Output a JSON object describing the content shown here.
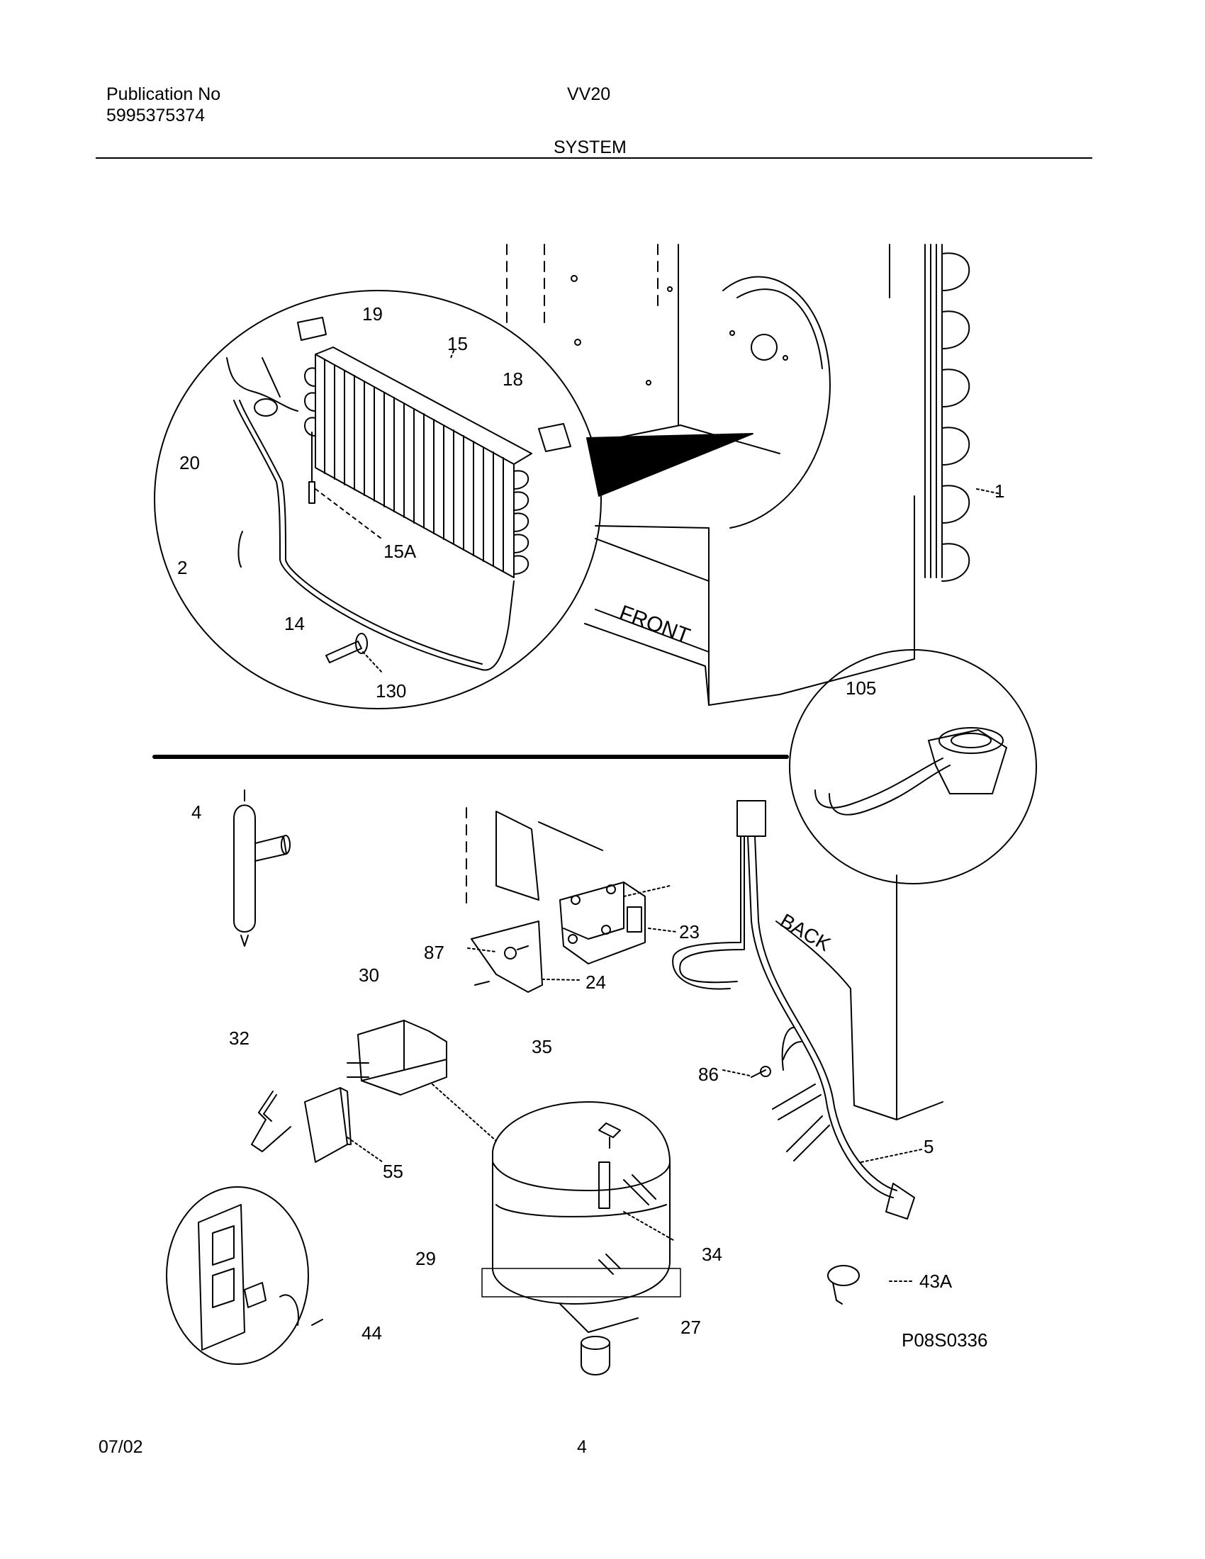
{
  "header": {
    "publication_label": "Publication No",
    "publication_number": "5995375374",
    "model": "VV20",
    "section_title": "SYSTEM"
  },
  "diagram": {
    "front_label": "FRONT",
    "back_label": "BACK",
    "drawing_number": "P08S0336",
    "callouts": {
      "c1": "1",
      "c2": "2",
      "c4": "4",
      "c5": "5",
      "c14": "14",
      "c15": "15",
      "c15a": "15A",
      "c18": "18",
      "c19": "19",
      "c20": "20",
      "c23": "23",
      "c24": "24",
      "c27": "27",
      "c29": "29",
      "c30": "30",
      "c32": "32",
      "c34": "34",
      "c35": "35",
      "c43a": "43A",
      "c44": "44",
      "c55": "55",
      "c86": "86",
      "c87": "87",
      "c105": "105",
      "c130": "130"
    }
  },
  "footer": {
    "date": "07/02",
    "page": "4"
  }
}
